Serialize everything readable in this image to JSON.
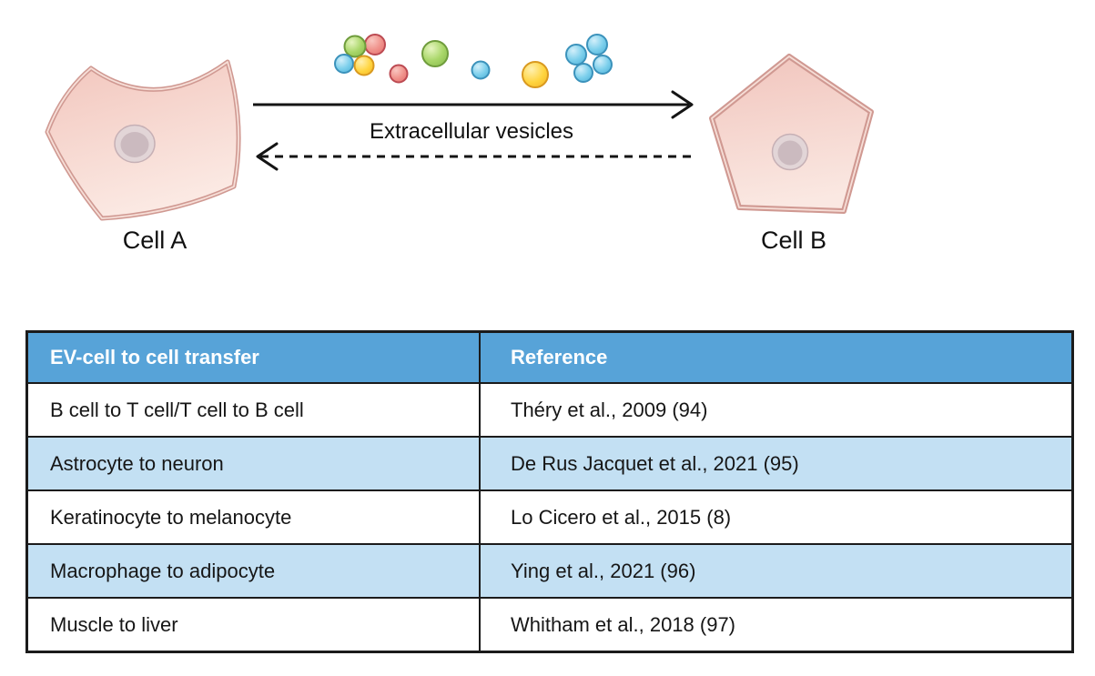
{
  "diagram": {
    "cell_a": {
      "label": "Cell A"
    },
    "cell_b": {
      "label": "Cell B"
    },
    "arrow_label": "Extracellular vesicles",
    "colors": {
      "cell_fill_light": "#fbe8e2",
      "cell_fill_dark": "#f2c6bd",
      "cell_outline": "#d09992",
      "nucleus": "#cbbabf",
      "vesicle_green": "#aad76a",
      "vesicle_red": "#f0938c",
      "vesicle_blue": "#7ed0ec",
      "vesicle_yellow": "#ffd43e",
      "arrow": "#141414"
    }
  },
  "table": {
    "columns": [
      {
        "label": "EV-cell to cell transfer"
      },
      {
        "label": "Reference"
      }
    ],
    "rows": [
      {
        "transfer": "B cell to T cell/T cell to B cell",
        "reference": "Théry et al., 2009 (94)"
      },
      {
        "transfer": "Astrocyte to neuron",
        "reference": "De Rus Jacquet et al., 2021 (95)"
      },
      {
        "transfer": "Keratinocyte to melanocyte",
        "reference": "Lo Cicero et al., 2015 (8)"
      },
      {
        "transfer": "Macrophage to adipocyte",
        "reference": "Ying et al., 2021 (96)"
      },
      {
        "transfer": "Muscle to liver",
        "reference": "Whitham et al., 2018 (97)"
      }
    ],
    "style": {
      "header_bg": "#57a3d8",
      "header_text": "#ffffff",
      "row_alt_bg": "#c3e0f3",
      "border": "#1b1b1b"
    }
  }
}
